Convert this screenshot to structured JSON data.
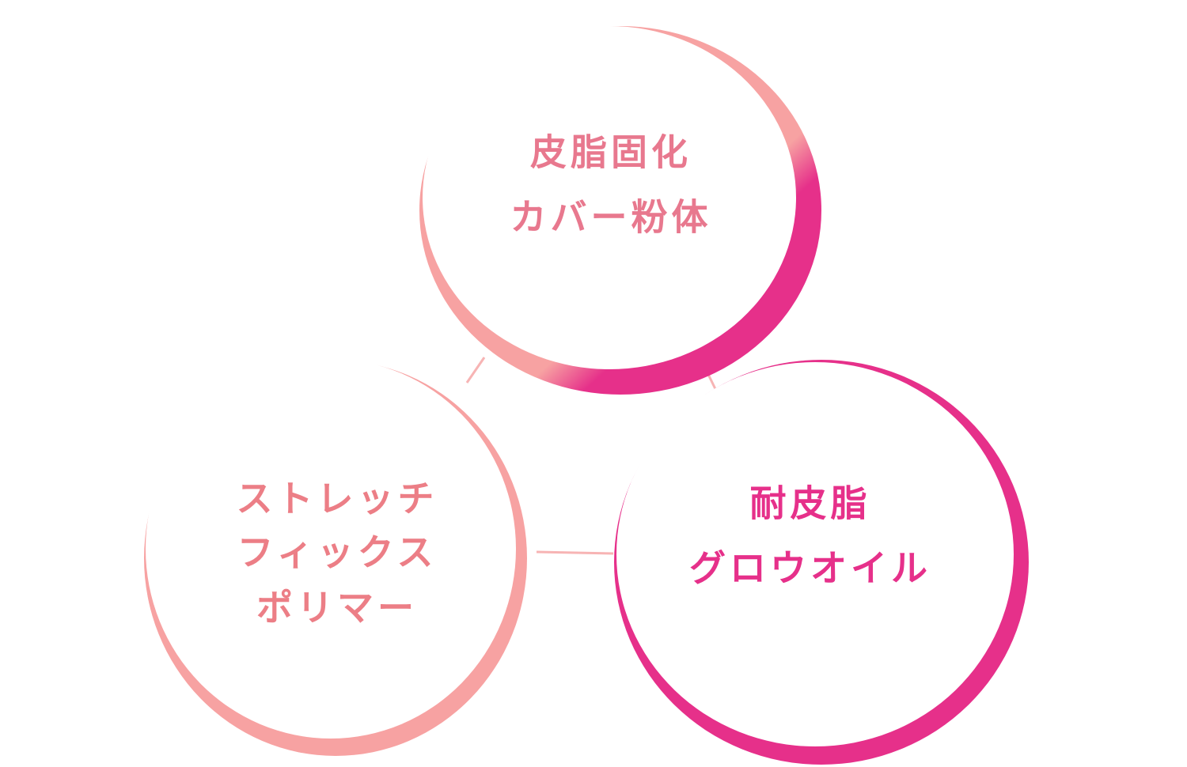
{
  "colors": {
    "background": "#ffffff",
    "light_pink": "#f7a2a2",
    "mid_pink": "#ec7a8e",
    "magenta": "#e6308a",
    "connector": "#f7b4b4"
  },
  "nodes": {
    "top": {
      "lines": [
        "皮脂固化",
        "カバー粉体"
      ],
      "text_color": "#e8788e",
      "ring_colors": [
        "#f7a2a2",
        "#e6308a"
      ]
    },
    "left": {
      "lines": [
        "ストレッチ",
        "フィックス",
        "ポリマー"
      ],
      "text_color": "#ec7e86",
      "ring_colors": [
        "#f7a2a2",
        "#f7a2a2"
      ]
    },
    "right": {
      "lines": [
        "耐皮脂",
        "グロウオイル"
      ],
      "text_color": "#e6308a",
      "ring_colors": [
        "#e6308a",
        "#e6308a"
      ]
    }
  }
}
